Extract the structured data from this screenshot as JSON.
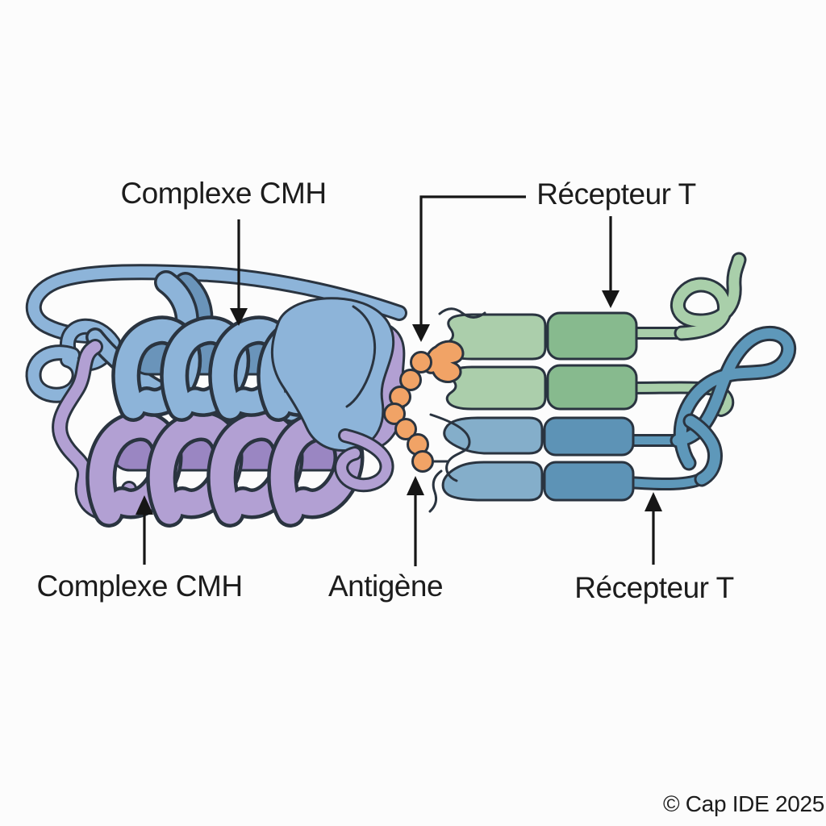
{
  "figure": {
    "labels": {
      "mhc_top": "Complexe CMH",
      "tcr_top": "Récepteur T",
      "mhc_bottom": "Complexe CMH",
      "antigen": "Antigène",
      "tcr_bottom": "Récepteur T"
    },
    "copyright": "© Cap IDE 2025"
  },
  "colors": {
    "background": "#fcfcfc",
    "text": "#1c1c1c",
    "line": "#161616",
    "outline": "#2a3440",
    "mhc_blue": "#8db4d9",
    "mhc_blue_dark": "#6a94ba",
    "mhc_purple": "#b2a0d3",
    "mhc_purple_dark": "#9a86c2",
    "antigen_orange": "#f1a366",
    "tcr_green_light": "#abceab",
    "tcr_green_dark": "#87ba8e",
    "tcr_green_tube": "#a9cfaa",
    "tcr_blue_light": "#84aeca",
    "tcr_blue_dark": "#5d93b6",
    "tcr_blue_tube": "#5e98ba"
  }
}
